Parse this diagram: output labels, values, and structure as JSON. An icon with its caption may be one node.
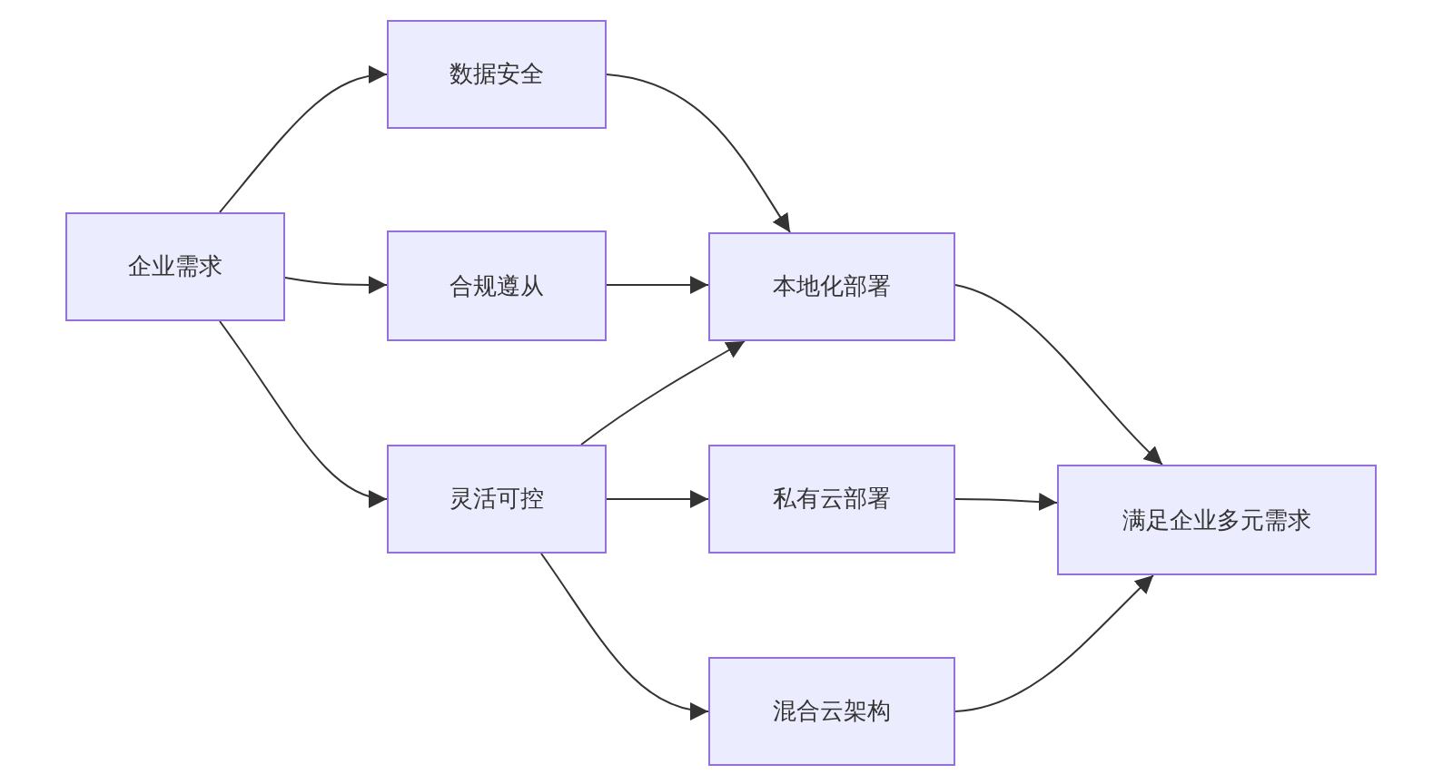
{
  "diagram": {
    "nodes": [
      {
        "text": [
          "企业需求"
        ]
      },
      {
        "text": [
          "数据安全"
        ]
      },
      {
        "text": [
          "合规遵从"
        ]
      },
      {
        "text": [
          "灵活可控"
        ]
      },
      {
        "text": [
          "本地化部署"
        ]
      },
      {
        "text": [
          "私有云部署"
        ]
      },
      {
        "text": [
          "混合云架构"
        ]
      },
      {
        "text": [
          "满足企业多元需求"
        ]
      }
    ],
    "edges": [
      {
        "from": 0,
        "to": 1,
        "arrow": "to"
      },
      {
        "from": 0,
        "to": 2,
        "arrow": "to"
      },
      {
        "from": 0,
        "to": 3,
        "arrow": "to"
      },
      {
        "from": 1,
        "to": 4,
        "arrow": "to"
      },
      {
        "from": 2,
        "to": 4,
        "arrow": "to"
      },
      {
        "from": 3,
        "to": 4,
        "arrow": "to"
      },
      {
        "from": 3,
        "to": 5,
        "arrow": "to"
      },
      {
        "from": 3,
        "to": 6,
        "arrow": "to"
      },
      {
        "from": 4,
        "to": 7,
        "arrow": "to"
      },
      {
        "from": 5,
        "to": 7,
        "arrow": "to"
      },
      {
        "from": 6,
        "to": 7,
        "arrow": "to"
      }
    ]
  }
}
